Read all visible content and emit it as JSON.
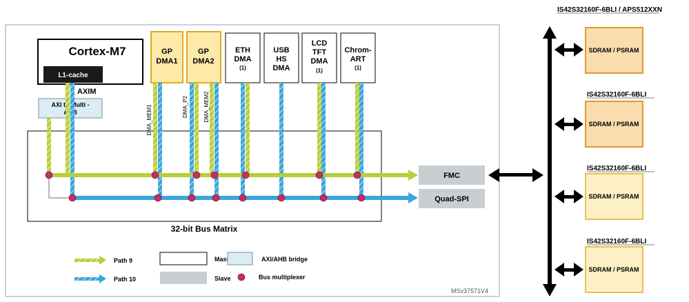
{
  "masters": {
    "cortex": {
      "title": "Cortex-M7",
      "cache": "L1-cache"
    },
    "gp_dma1": {
      "lines": [
        "GP",
        "DMA1"
      ]
    },
    "gp_dma2": {
      "lines": [
        "GP",
        "DMA2"
      ]
    },
    "eth_dma": {
      "lines": [
        "ETH",
        "DMA",
        "(1)"
      ]
    },
    "usb_dma": {
      "lines": [
        "USB",
        "HS",
        "DMA"
      ]
    },
    "lcd_dma": {
      "lines": [
        "LCD",
        "TFT",
        "DMA",
        "(1)"
      ]
    },
    "chrom_art": {
      "lines": [
        "Chrom-",
        "ART",
        "(1)"
      ]
    }
  },
  "labels": {
    "axim": "AXIM",
    "axi_bridge": [
      "AXI to Multi -",
      "AHB"
    ],
    "bus_matrix": "32-bit Bus Matrix",
    "dma_mem1": "DMA_MEM1",
    "dma_p2": "DMA_P2",
    "dma_mem2": "DMA_MEM2",
    "doc_id": "MSv37571V4"
  },
  "slaves": {
    "fmc": "FMC",
    "quadspi": "Quad-SPI"
  },
  "legend": {
    "path9": "Path 9",
    "path10": "Path 10",
    "master": "Master",
    "slave": "Slave",
    "bridge": "AXI/AHB bridge",
    "mux": "Bus multiplexer"
  },
  "memory": {
    "chips": [
      {
        "part": "IS42S32160F-6BLI",
        "part_extra": " / APS512XXN",
        "label": "SDRAM / PSRAM",
        "active": true
      },
      {
        "part": "IS42S32160F-6BLI",
        "part_extra": "",
        "label": "SDRAM / PSRAM",
        "active": true
      },
      {
        "part": "IS42S32160F-6BLI",
        "part_extra": "",
        "label": "SDRAM / PSRAM",
        "active": false
      },
      {
        "part": "IS42S32160F-6BLI",
        "part_extra": "",
        "label": "SDRAM / PSRAM",
        "active": false
      }
    ]
  },
  "colors": {
    "path9": "#b7cf3a",
    "path10": "#3aa6dc",
    "mux": "#c72b6a",
    "dma_fill": "#fde9a8",
    "dma_border": "#e0a81e",
    "slave_fill": "#c9ced2",
    "bridge_fill": "#dcecf6",
    "chip_active_fill": "#fbdcae",
    "chip_active_border": "#e0992a",
    "chip_inactive_fill": "#fdf0c4",
    "chip_inactive_border": "#e8bf55"
  }
}
